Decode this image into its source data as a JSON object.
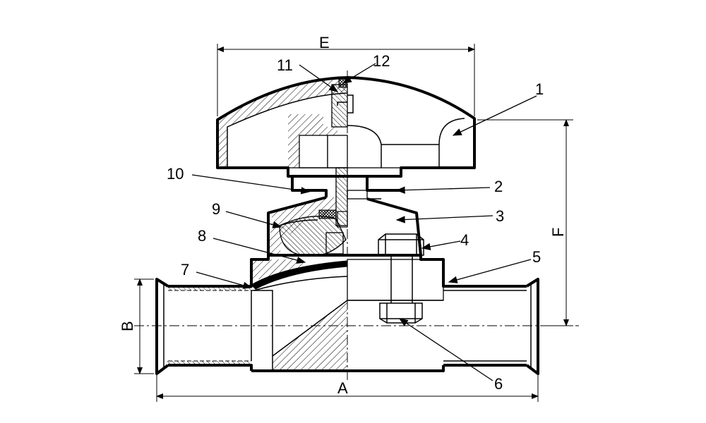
{
  "diagram": {
    "dimension_labels": {
      "a": "A",
      "b": "B",
      "e": "E",
      "f": "F"
    },
    "part_labels": [
      "1",
      "2",
      "3",
      "4",
      "5",
      "6",
      "7",
      "8",
      "9",
      "10",
      "11",
      "12"
    ],
    "colors": {
      "line": "#000000",
      "background": "#ffffff"
    }
  }
}
